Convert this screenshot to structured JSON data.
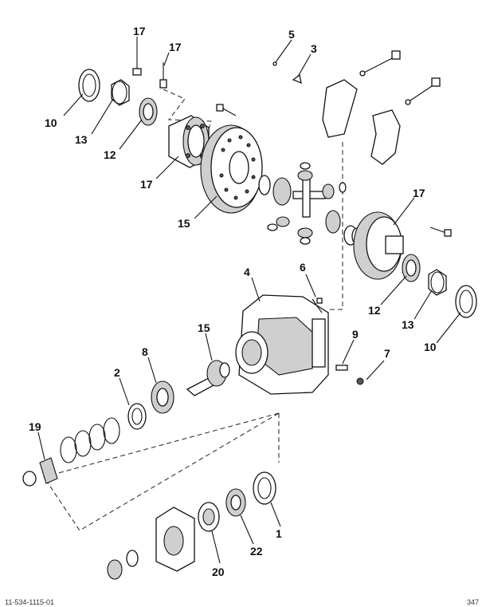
{
  "callouts": [
    {
      "id": "c17a",
      "label": "17"
    },
    {
      "id": "c17b",
      "label": "17"
    },
    {
      "id": "c5",
      "label": "5"
    },
    {
      "id": "c3",
      "label": "3"
    },
    {
      "id": "c10a",
      "label": "10"
    },
    {
      "id": "c13a",
      "label": "13"
    },
    {
      "id": "c12a",
      "label": "12"
    },
    {
      "id": "c17c",
      "label": "17"
    },
    {
      "id": "c15a",
      "label": "15"
    },
    {
      "id": "c17d",
      "label": "17"
    },
    {
      "id": "c6",
      "label": "6"
    },
    {
      "id": "c4",
      "label": "4"
    },
    {
      "id": "c12b",
      "label": "12"
    },
    {
      "id": "c13b",
      "label": "13"
    },
    {
      "id": "c10b",
      "label": "10"
    },
    {
      "id": "c15b",
      "label": "15"
    },
    {
      "id": "c9",
      "label": "9"
    },
    {
      "id": "c7",
      "label": "7"
    },
    {
      "id": "c8",
      "label": "8"
    },
    {
      "id": "c2",
      "label": "2"
    },
    {
      "id": "c19",
      "label": "19"
    },
    {
      "id": "c1",
      "label": "1"
    },
    {
      "id": "c22",
      "label": "22"
    },
    {
      "id": "c20",
      "label": "20"
    }
  ],
  "footer": {
    "left": "11-534-1115-01",
    "right": "347"
  }
}
